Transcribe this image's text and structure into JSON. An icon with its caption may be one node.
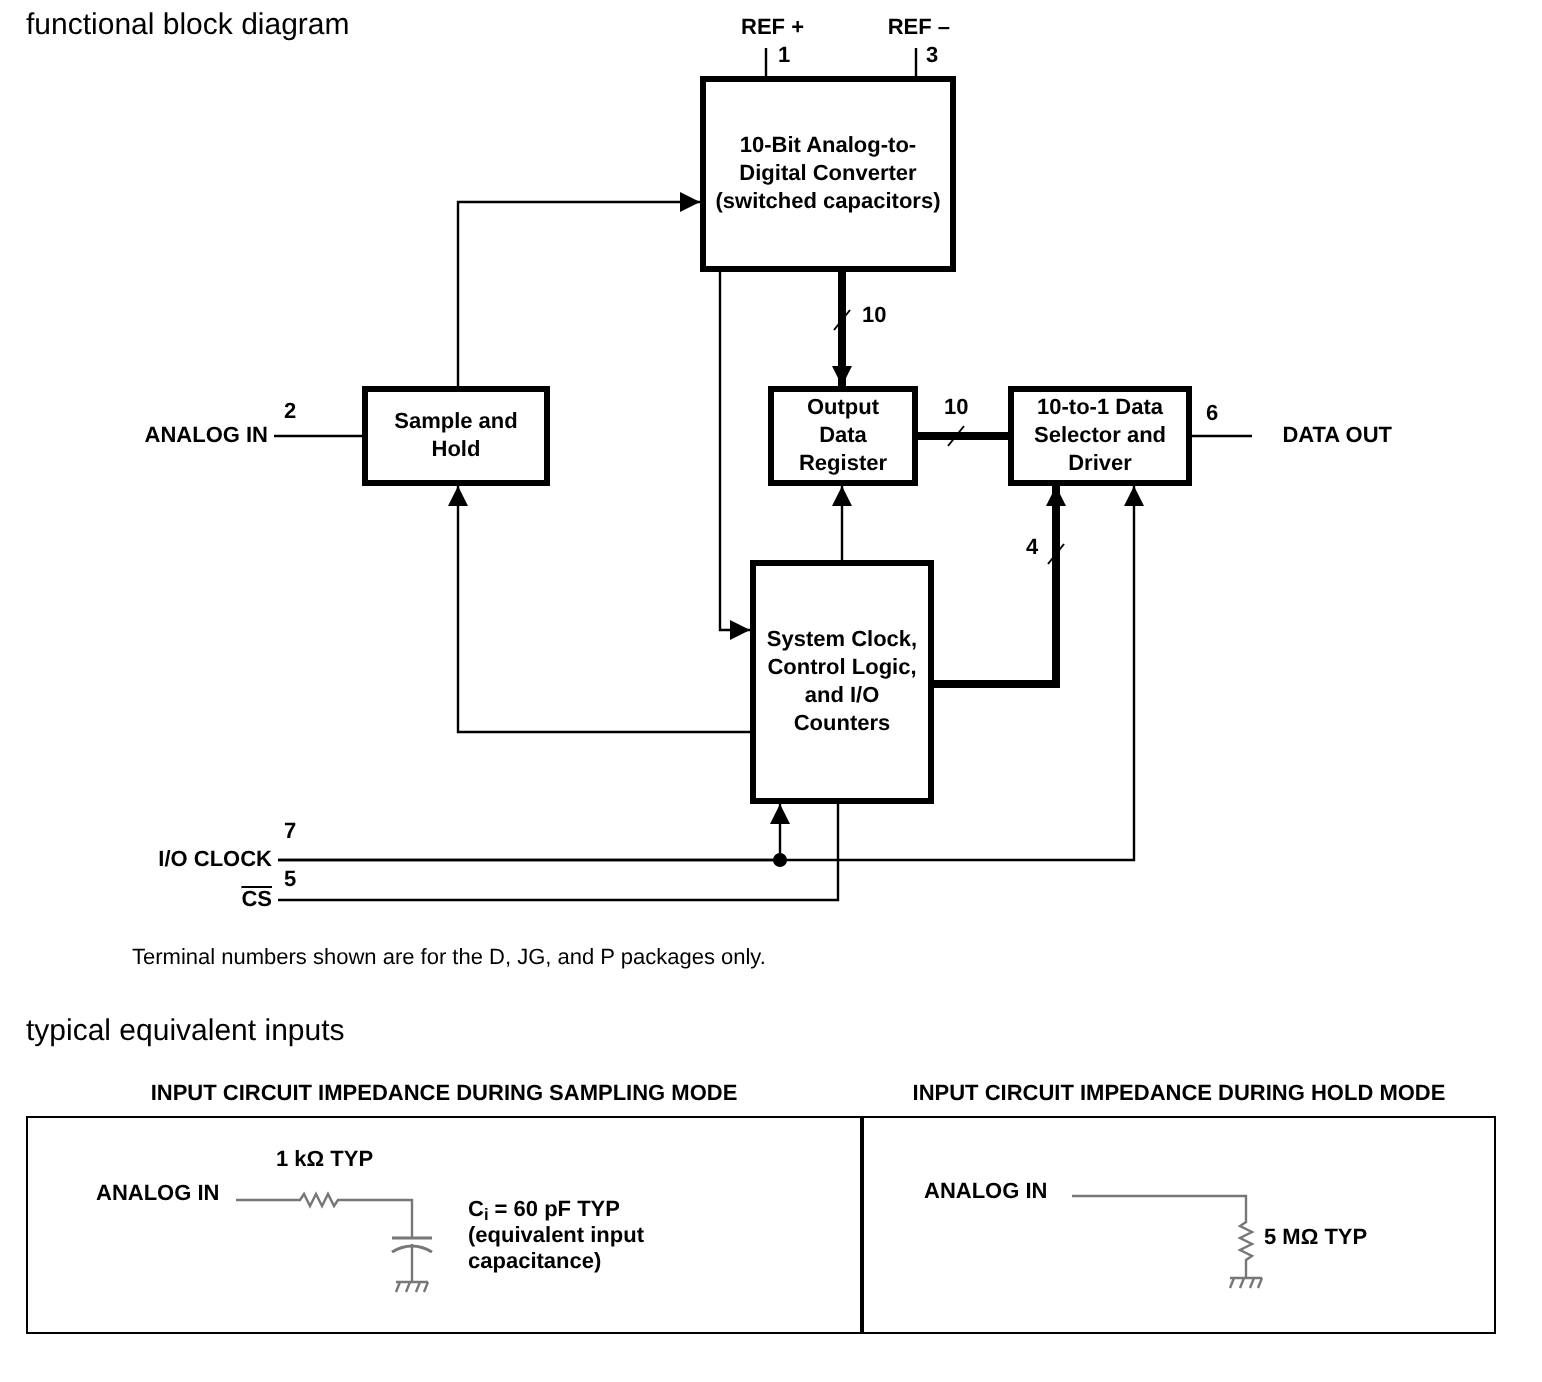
{
  "diagram": {
    "title": "functional block diagram",
    "nodes": [
      {
        "text": [
          "10-Bit Analog-to-Digital Converter (switched capacitors)"
        ]
      },
      {
        "text": [
          "Sample and Hold"
        ]
      },
      {
        "text": [
          "Output Data Register"
        ]
      },
      {
        "text": [
          "10-to-1 Data Selector and Driver"
        ]
      },
      {
        "text": [
          "System Clock, Control Logic, and I/O Counters"
        ]
      },
      {
        "text": [
          "REF +"
        ],
        "beside": [
          "1"
        ]
      },
      {
        "text": [
          "REF –"
        ],
        "beside": [
          "3"
        ]
      },
      {
        "text": [
          "ANALOG IN"
        ],
        "beside": [
          "2"
        ]
      },
      {
        "text": [
          "DATA OUT"
        ]
      },
      {
        "text": [
          "I/O CLOCK"
        ],
        "beside": [
          "7"
        ]
      },
      {
        "text": [
          "CS"
        ],
        "beside": [
          "5"
        ]
      },
      {
        "text": [
          "ANALOG IN",
          "1 kΩ TYP",
          "C$_{i}$ = 60 pF TYP (equivalent input capacitance)"
        ]
      },
      {
        "text": [
          "ANALOG IN",
          "5 MΩ TYP"
        ]
      }
    ],
    "edges": [
      {
        "from": 5,
        "to": 0,
        "arrow": "none"
      },
      {
        "from": 6,
        "to": 0,
        "arrow": "none"
      },
      {
        "from": 7,
        "to": 1,
        "arrow": "none"
      },
      {
        "from": 1,
        "to": 0,
        "arrow": "to"
      },
      {
        "from": 4,
        "to": 1,
        "arrow": "to"
      },
      {
        "from": 0,
        "to": 2,
        "arrow": "to",
        "label": "10",
        "style": "thick"
      },
      {
        "from": 0,
        "to": 4,
        "arrow": "to"
      },
      {
        "from": 2,
        "to": 3,
        "arrow": "none",
        "label": "10",
        "style": "thick"
      },
      {
        "from": 4,
        "to": 2,
        "arrow": "to"
      },
      {
        "from": 4,
        "to": 3,
        "arrow": "to",
        "label": "4",
        "style": "thick"
      },
      {
        "from": 3,
        "to": 8,
        "arrow": "none"
      },
      {
        "from": 9,
        "to": 4,
        "arrow": "to"
      },
      {
        "from": 9,
        "to": 3,
        "arrow": "to"
      },
      {
        "from": 10,
        "to": 4,
        "arrow": "none"
      }
    ],
    "labels": [
      "6",
      "Terminal numbers shown are for the D, JG, and P packages only.",
      "typical equivalent inputs",
      "INPUT CIRCUIT IMPEDANCE DURING SAMPLING MODE",
      "INPUT CIRCUIT IMPEDANCE DURING HOLD MODE"
    ]
  }
}
